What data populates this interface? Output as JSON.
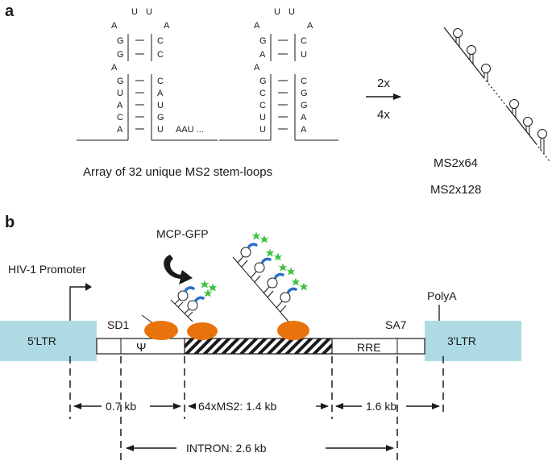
{
  "panel_a": {
    "letter": "a",
    "caption": "Array of  32 unique MS2 stem-loops",
    "hairpin1": {
      "loop_top": [
        "U",
        "U"
      ],
      "loop_sides": [
        "A",
        "A"
      ],
      "upper_left": [
        "G",
        "G"
      ],
      "upper_right": [
        "C",
        "C"
      ],
      "bulge": "A",
      "lower_left": [
        "G",
        "U",
        "A",
        "C",
        "A"
      ],
      "lower_right": [
        "C",
        "A",
        "U",
        "G",
        "U"
      ],
      "tail": "AAU ..."
    },
    "hairpin2": {
      "loop_top": [
        "U",
        "U"
      ],
      "loop_sides": [
        "A",
        "A"
      ],
      "upper_left": [
        "G",
        "A"
      ],
      "upper_right": [
        "C",
        "U"
      ],
      "bulge": "A",
      "lower_left": [
        "G",
        "C",
        "C",
        "U",
        "U"
      ],
      "lower_right": [
        "C",
        "G",
        "G",
        "A",
        "A"
      ]
    },
    "arrow_top_label": "2x",
    "arrow_bottom_label": "4x",
    "result_labels": [
      "MS2x64",
      "MS2x128"
    ]
  },
  "panel_b": {
    "letter": "b",
    "promoter_label": "HIV-1 Promoter",
    "mcp_label": "MCP-GFP",
    "polya_label": "PolyA",
    "ltr5": "5'LTR",
    "ltr3": "3'LTR",
    "sd1": "SD1",
    "sa7": "SA7",
    "psi": "Ψ",
    "rre": "RRE",
    "dist_1": "0.7 kb",
    "dist_2": "64xMS2: 1.4 kb",
    "dist_3": "1.6 kb",
    "intron": "INTRON: 2.6 kb",
    "colors": {
      "ltr": "#aedbe3",
      "polymerase": "#e8720c",
      "gfp": "#3fbf3f",
      "mcp": "#2a6fc9"
    }
  }
}
